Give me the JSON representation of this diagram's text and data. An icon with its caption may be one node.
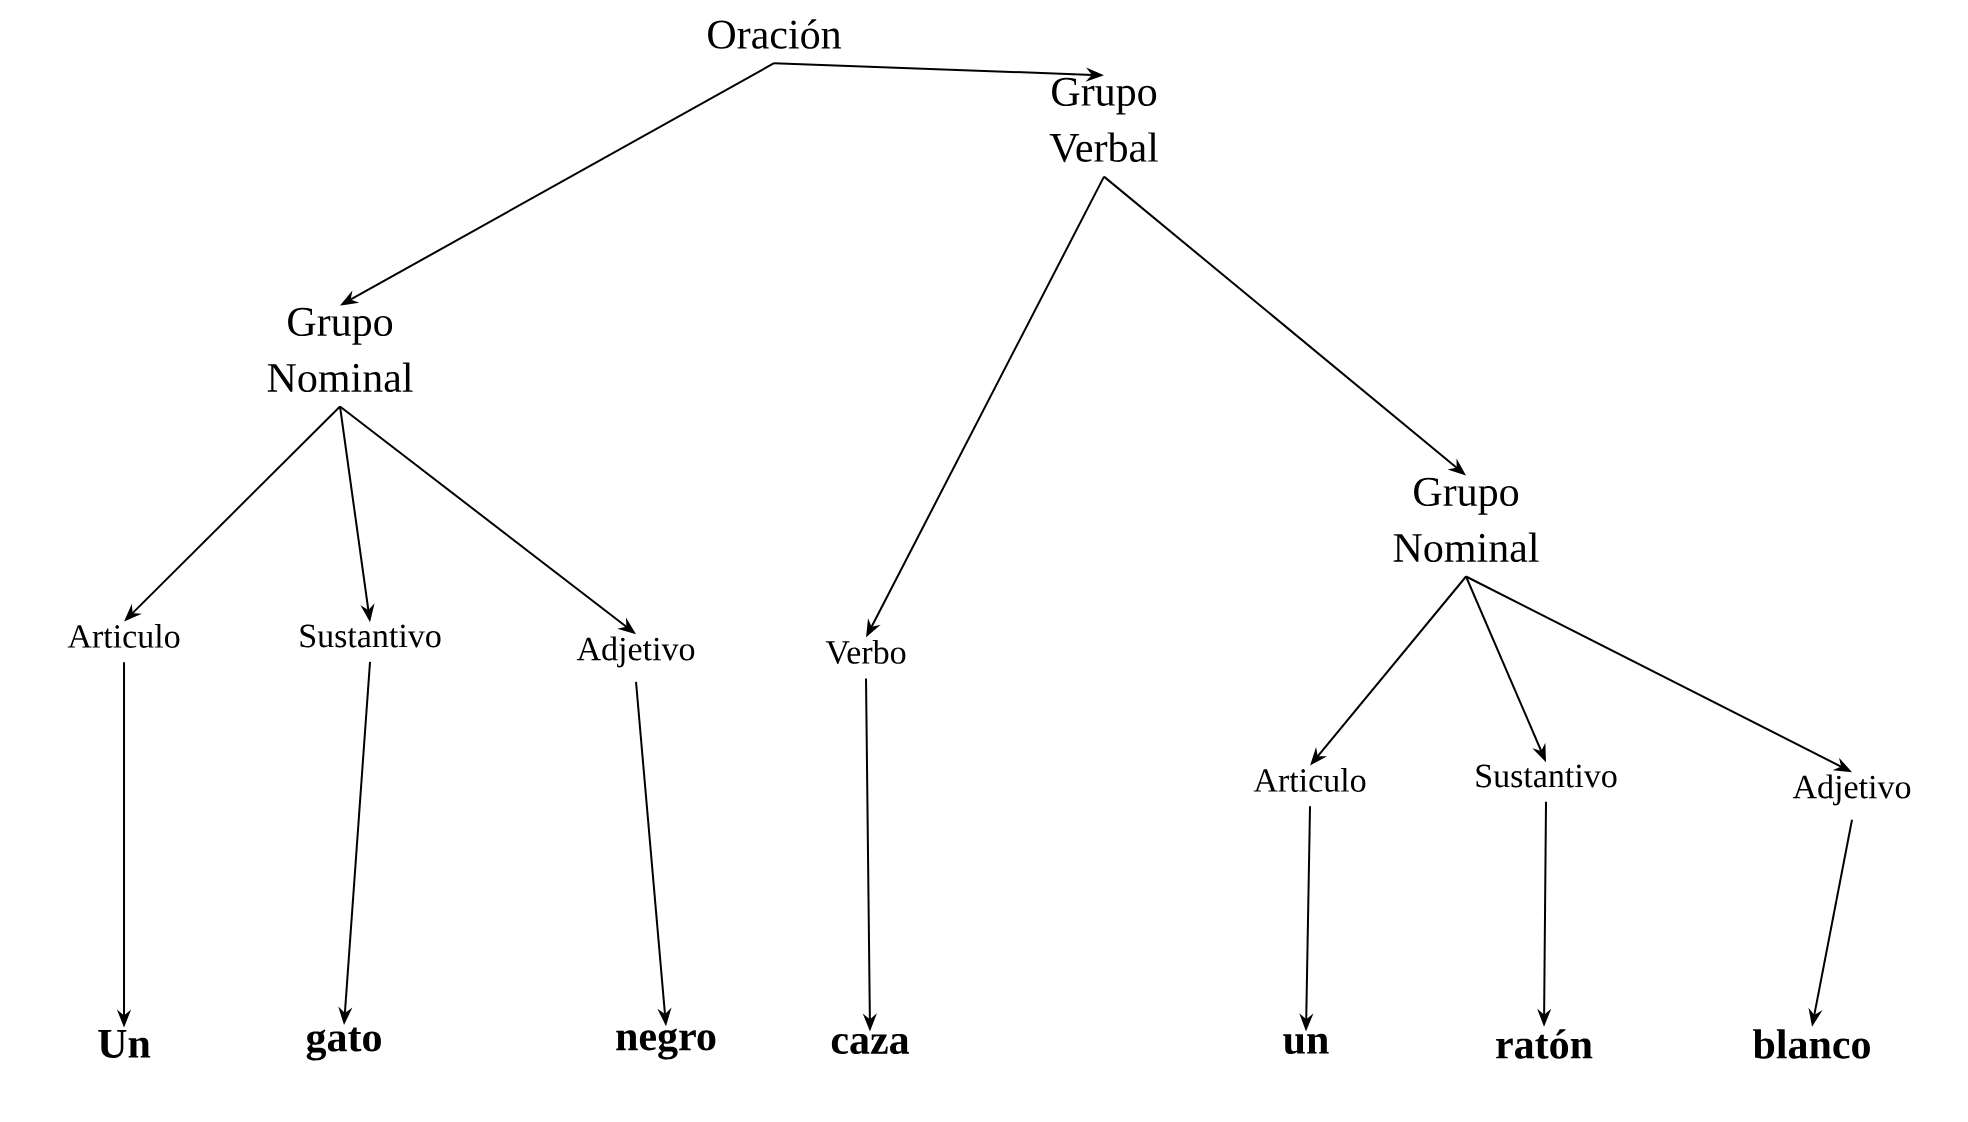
{
  "diagram": {
    "nodes": [
      {
        "text": [
          "Oración"
        ]
      },
      {
        "text": [
          "Grupo Nominal"
        ]
      },
      {
        "text": [
          "Grupo Verbal"
        ]
      },
      {
        "text": [
          "Articulo"
        ]
      },
      {
        "text": [
          "Sustantivo"
        ]
      },
      {
        "text": [
          "Adjetivo"
        ]
      },
      {
        "text": [
          "Verbo"
        ]
      },
      {
        "text": [
          "Grupo Nominal"
        ]
      },
      {
        "text": [
          "Articulo"
        ]
      },
      {
        "text": [
          "Sustantivo"
        ]
      },
      {
        "text": [
          "Adjetivo"
        ]
      },
      {
        "text": [
          "Un"
        ]
      },
      {
        "text": [
          "gato"
        ]
      },
      {
        "text": [
          "negro"
        ]
      },
      {
        "text": [
          "caza"
        ]
      },
      {
        "text": [
          "un"
        ]
      },
      {
        "text": [
          "ratón"
        ]
      },
      {
        "text": [
          "blanco"
        ]
      }
    ],
    "edges": [
      {
        "from": 0,
        "to": 1,
        "arrow": "to"
      },
      {
        "from": 0,
        "to": 2,
        "arrow": "to"
      },
      {
        "from": 1,
        "to": 3,
        "arrow": "to"
      },
      {
        "from": 1,
        "to": 4,
        "arrow": "to"
      },
      {
        "from": 1,
        "to": 5,
        "arrow": "to"
      },
      {
        "from": 2,
        "to": 6,
        "arrow": "to"
      },
      {
        "from": 2,
        "to": 7,
        "arrow": "to"
      },
      {
        "from": 7,
        "to": 8,
        "arrow": "to"
      },
      {
        "from": 7,
        "to": 9,
        "arrow": "to"
      },
      {
        "from": 7,
        "to": 10,
        "arrow": "to"
      },
      {
        "from": 3,
        "to": 11,
        "arrow": "to"
      },
      {
        "from": 4,
        "to": 12,
        "arrow": "to"
      },
      {
        "from": 5,
        "to": 13,
        "arrow": "to"
      },
      {
        "from": 6,
        "to": 14,
        "arrow": "to"
      },
      {
        "from": 8,
        "to": 15,
        "arrow": "to"
      },
      {
        "from": 9,
        "to": 16,
        "arrow": "to"
      },
      {
        "from": 10,
        "to": 17,
        "arrow": "to"
      }
    ]
  }
}
